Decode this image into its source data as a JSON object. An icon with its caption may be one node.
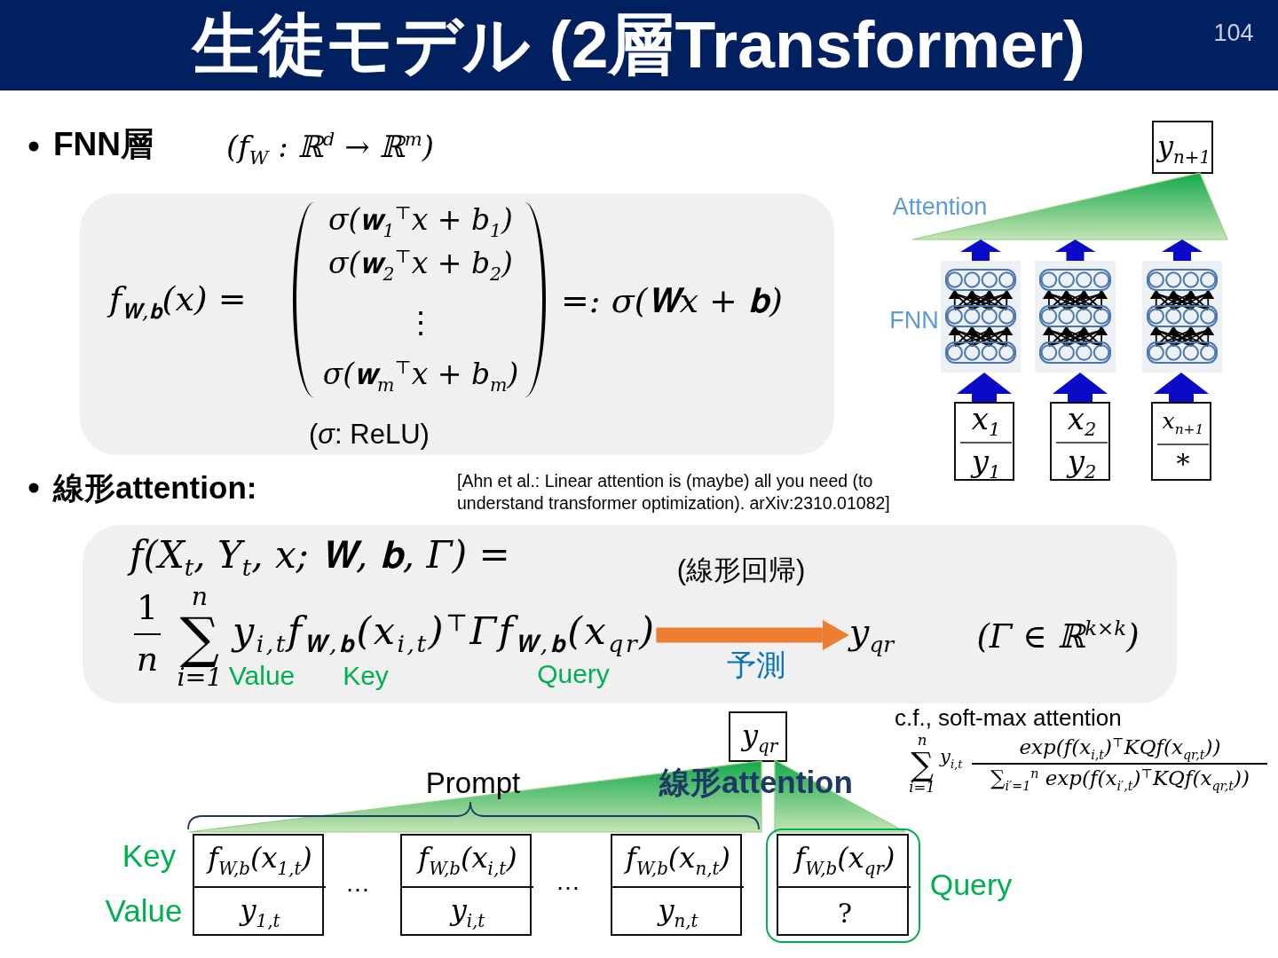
{
  "diagram": {
    "title": "生徒モデル (2層Transformer)",
    "nodes": [
      {
        "text": [
          "f$_{𝐖,𝐛}$(x) =",
          "=: σ(𝐖x + 𝐛)",
          "(*σ*: ReLU)"
        ]
      },
      {
        "text": [
          "σ(𝐰$_{1}$$^{⊤}$x + b$_{1}$)",
          "σ(𝐰$_{2}$$^{⊤}$x + b$_{2}$)",
          "⋮",
          "σ(𝐰$_{m}$$^{⊤}$x + b$_{m}$)"
        ],
        "in": 0
      },
      {
        "text": [
          "y$_{n+1}$"
        ]
      },
      {
        "text": [
          "Attention"
        ]
      },
      {
        "text": [],
        "shape": "picture",
        "beside": [
          "FNN"
        ]
      },
      {
        "text": [],
        "shape": "picture"
      },
      {
        "text": [],
        "shape": "picture"
      },
      {
        "text": [
          "x$_{1}$",
          "y$_{1}$"
        ]
      },
      {
        "text": [
          "x$_{2}$",
          "y$_{2}$"
        ]
      },
      {
        "text": [
          "x$_{n+1}$",
          "*"
        ]
      },
      {
        "text": [
          "(線形回帰)",
          "(Γ ∈ ℝ$^{k×k}$)"
        ]
      },
      {
        "text": [
          "f(X$_{t}$, Y$_{t}$, x; 𝐖, 𝐛, Γ) =",
          "1",
          "n",
          "∑$_{i=1}$$^{n}$",
          "y$_{i,t}$f$_{𝐖,𝐛}$(x$_{i,t}$)$^{⊤}$Γf$_{𝐖,𝐛}$(x$_{qr}$)"
        ],
        "in": 10
      },
      {
        "text": [
          "y$_{qr}$"
        ],
        "in": 10
      },
      {
        "text": [
          "y$_{qr}$"
        ]
      },
      {
        "text": [],
        "shape": "triangle"
      },
      {
        "text": [],
        "shape": "triangle"
      },
      {
        "text": [
          "f$_{W,b}$(x$_{1,t}$)",
          "y$_{1,t}$"
        ]
      },
      {
        "text": [
          "f$_{W,b}$(x$_{i,t}$)",
          "y$_{i,t}$"
        ]
      },
      {
        "text": [
          "f$_{W,b}$(x$_{n,t}$)",
          "y$_{n,t}$"
        ]
      },
      {
        "text": [
          "Query"
        ]
      },
      {
        "text": [
          "f$_{W,b}$(x$_{qr}$)",
          "?"
        ],
        "in": 19
      }
    ],
    "edges": [
      {
        "from": 7,
        "to": 4,
        "arrow": "to"
      },
      {
        "from": 8,
        "to": 5,
        "arrow": "to"
      },
      {
        "from": 9,
        "to": 6,
        "arrow": "to"
      },
      {
        "from": 4,
        "to": 3,
        "arrow": "to"
      },
      {
        "from": 5,
        "to": 3,
        "arrow": "to"
      },
      {
        "from": 6,
        "to": 3,
        "arrow": "to"
      },
      {
        "from": 11,
        "to": 12,
        "arrow": "to",
        "label": "予測",
        "color": "#ed7d31"
      }
    ],
    "labels": [
      "104",
      "FNN層",
      "(f$_{W}$ : ℝ$^{d}$ → ℝ$^{m}$)",
      "線形attention:",
      "[Ahn et al.: Linear attention is (maybe) all you need (to understand transformer optimization). arXiv:2310.01082]",
      "Value",
      "Key",
      "Query",
      "c.f., soft-max attention",
      "Prompt",
      "線形attention",
      "∑$_{i=1}$$^{n}$",
      "y$_{i,t}$",
      "exp(f(x$_{i,t}$)$^{⊤}$KQf(x$_{qr,t}$))",
      "∑$_{i′=1}$$^{n}$ exp(f(x$_{i′,t}$)$^{⊤}$KQf(x$_{qr,t}$))",
      "Key",
      "…",
      "…",
      "Value"
    ]
  }
}
